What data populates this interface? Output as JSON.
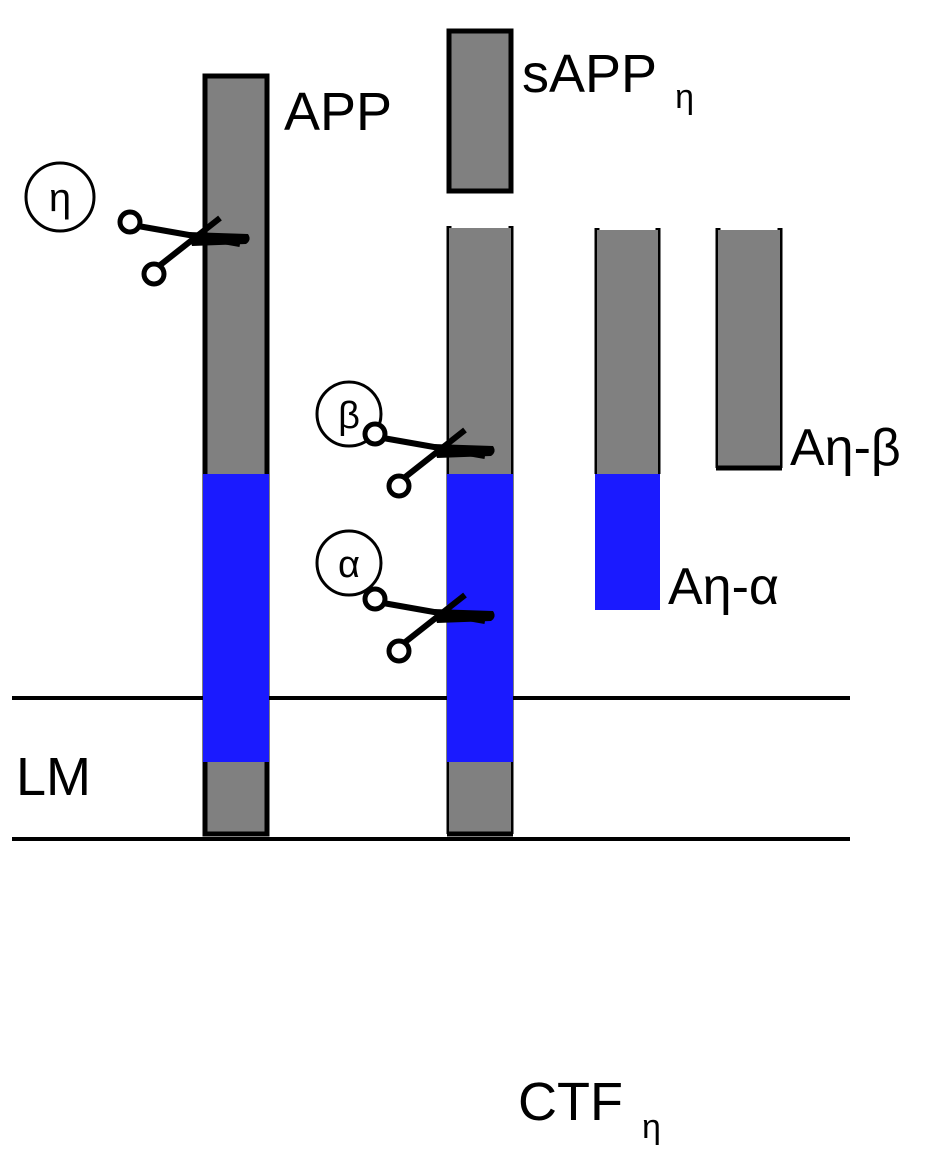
{
  "labels": {
    "app": "APP",
    "sapp": "sAPP",
    "sapp_sub": "η",
    "ctf": "CTF",
    "ctf_sub": "η",
    "a_eta_beta": "Aη-β",
    "a_eta_alpha": "Aη-α",
    "membrane": "LM"
  },
  "enzymes": {
    "eta": "η",
    "beta": "β",
    "alpha": "α"
  },
  "colors": {
    "protein": "#808080",
    "abeta_region": "#1a1aff",
    "outline": "#000000",
    "background": "#ffffff"
  }
}
